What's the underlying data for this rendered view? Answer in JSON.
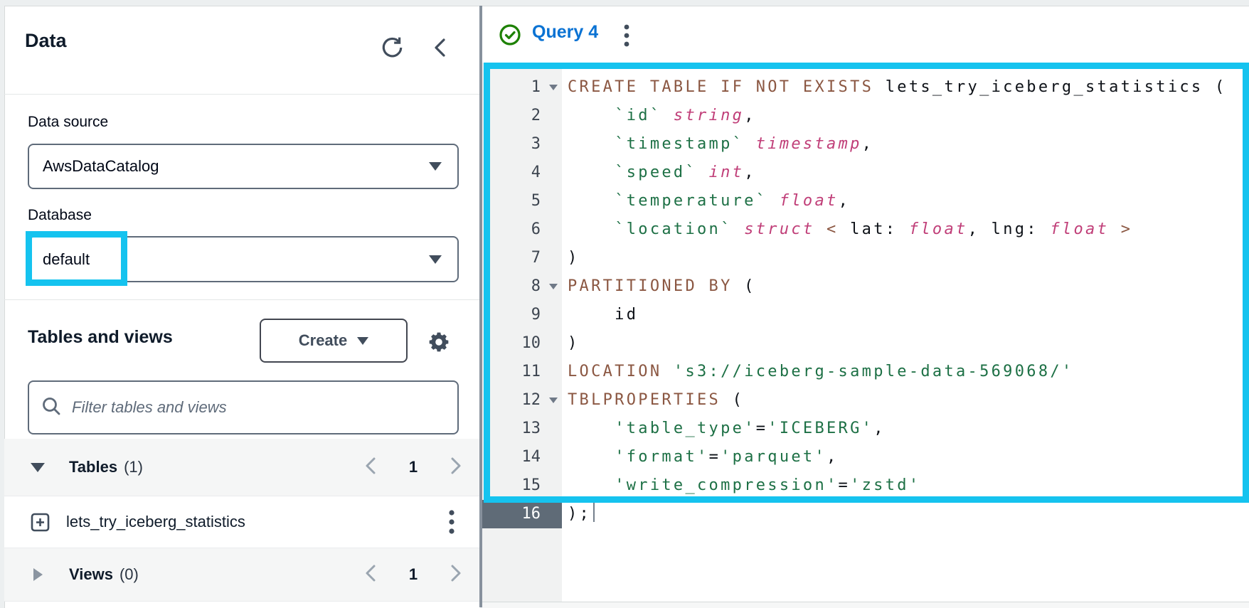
{
  "sidebar": {
    "title": "Data",
    "data_source": {
      "label": "Data source",
      "value": "AwsDataCatalog"
    },
    "database": {
      "label": "Database",
      "value": "default"
    },
    "tables_and_views": {
      "heading": "Tables and views",
      "create_button": "Create",
      "filter_placeholder": "Filter tables and views"
    },
    "tables_section": {
      "label": "Tables",
      "count": "(1)",
      "page": "1"
    },
    "views_section": {
      "label": "Views",
      "count": "(0)",
      "page": "1"
    },
    "table_items": [
      "lets_try_iceberg_statistics"
    ]
  },
  "editor": {
    "tab_label": "Query 4",
    "status": "success",
    "lines": [
      {
        "num": 1,
        "fold": true,
        "tokens": [
          [
            "kw",
            "CREATE TABLE IF NOT EXISTS"
          ],
          [
            "plain",
            " lets_try_iceberg_statistics ("
          ]
        ]
      },
      {
        "num": 2,
        "tokens": [
          [
            "plain",
            "    "
          ],
          [
            "str",
            "`id`"
          ],
          [
            "plain",
            " "
          ],
          [
            "type",
            "string"
          ],
          [
            "plain",
            ","
          ]
        ]
      },
      {
        "num": 3,
        "tokens": [
          [
            "plain",
            "    "
          ],
          [
            "str",
            "`timestamp`"
          ],
          [
            "plain",
            " "
          ],
          [
            "type",
            "timestamp"
          ],
          [
            "plain",
            ","
          ]
        ]
      },
      {
        "num": 4,
        "tokens": [
          [
            "plain",
            "    "
          ],
          [
            "str",
            "`speed`"
          ],
          [
            "plain",
            " "
          ],
          [
            "type",
            "int"
          ],
          [
            "plain",
            ","
          ]
        ]
      },
      {
        "num": 5,
        "tokens": [
          [
            "plain",
            "    "
          ],
          [
            "str",
            "`temperature`"
          ],
          [
            "plain",
            " "
          ],
          [
            "type",
            "float"
          ],
          [
            "plain",
            ","
          ]
        ]
      },
      {
        "num": 6,
        "tokens": [
          [
            "plain",
            "    "
          ],
          [
            "str",
            "`location`"
          ],
          [
            "plain",
            " "
          ],
          [
            "type",
            "struct"
          ],
          [
            "plain",
            " "
          ],
          [
            "kw",
            "<"
          ],
          [
            "plain",
            " lat: "
          ],
          [
            "type",
            "float"
          ],
          [
            "plain",
            ", lng: "
          ],
          [
            "type",
            "float"
          ],
          [
            "plain",
            " "
          ],
          [
            "kw",
            ">"
          ]
        ]
      },
      {
        "num": 7,
        "tokens": [
          [
            "plain",
            ")"
          ]
        ]
      },
      {
        "num": 8,
        "fold": true,
        "tokens": [
          [
            "kw",
            "PARTITIONED BY"
          ],
          [
            "plain",
            " ("
          ]
        ]
      },
      {
        "num": 9,
        "tokens": [
          [
            "plain",
            "    id"
          ]
        ]
      },
      {
        "num": 10,
        "tokens": [
          [
            "plain",
            ")"
          ]
        ]
      },
      {
        "num": 11,
        "tokens": [
          [
            "kw",
            "LOCATION"
          ],
          [
            "plain",
            " "
          ],
          [
            "str",
            "'s3://iceberg-sample-data-569068/'"
          ]
        ]
      },
      {
        "num": 12,
        "fold": true,
        "tokens": [
          [
            "kw",
            "TBLPROPERTIES"
          ],
          [
            "plain",
            " ("
          ]
        ]
      },
      {
        "num": 13,
        "tokens": [
          [
            "plain",
            "    "
          ],
          [
            "str",
            "'table_type'"
          ],
          [
            "plain",
            "="
          ],
          [
            "str",
            "'ICEBERG'"
          ],
          [
            "plain",
            ","
          ]
        ]
      },
      {
        "num": 14,
        "tokens": [
          [
            "plain",
            "    "
          ],
          [
            "str",
            "'format'"
          ],
          [
            "plain",
            "="
          ],
          [
            "str",
            "'parquet'"
          ],
          [
            "plain",
            ","
          ]
        ]
      },
      {
        "num": 15,
        "tokens": [
          [
            "plain",
            "    "
          ],
          [
            "str",
            "'write_compression'"
          ],
          [
            "plain",
            "="
          ],
          [
            "str",
            "'zstd'"
          ]
        ]
      },
      {
        "num": 16,
        "active": true,
        "cursor": true,
        "tokens": [
          [
            "plain",
            ");"
          ]
        ]
      }
    ]
  },
  "colors": {
    "annotation_cyan": "#15c3ef",
    "keyword_brown": "#8b5742",
    "string_green": "#1d7045",
    "type_pink": "#c03e78",
    "link_blue": "#0972d3",
    "success_green": "#1d8102",
    "active_gutter": "#5f6b77"
  }
}
